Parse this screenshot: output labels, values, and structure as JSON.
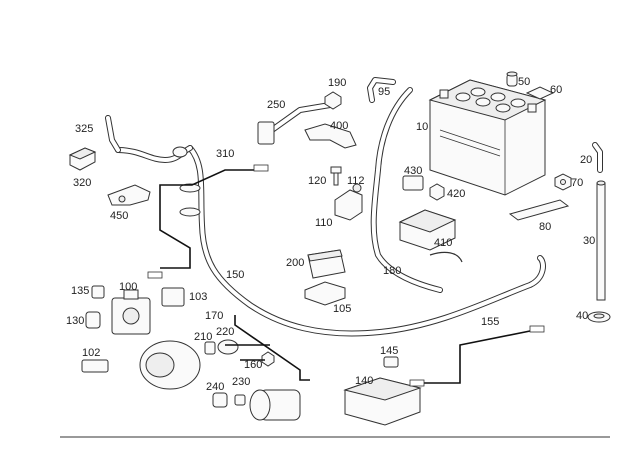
{
  "callouts": [
    {
      "id": "p10",
      "text": "10"
    },
    {
      "id": "p20",
      "text": "20"
    },
    {
      "id": "p30",
      "text": "30"
    },
    {
      "id": "p40",
      "text": "40"
    },
    {
      "id": "p50",
      "text": "50"
    },
    {
      "id": "p60",
      "text": "60"
    },
    {
      "id": "p70",
      "text": "70"
    },
    {
      "id": "p80",
      "text": "80"
    },
    {
      "id": "p95",
      "text": "95"
    },
    {
      "id": "p100",
      "text": "100"
    },
    {
      "id": "p102",
      "text": "102"
    },
    {
      "id": "p103",
      "text": "103"
    },
    {
      "id": "p105",
      "text": "105"
    },
    {
      "id": "p110",
      "text": "110"
    },
    {
      "id": "p112",
      "text": "112"
    },
    {
      "id": "p120",
      "text": "120"
    },
    {
      "id": "p130",
      "text": "130"
    },
    {
      "id": "p135",
      "text": "135"
    },
    {
      "id": "p140",
      "text": "140"
    },
    {
      "id": "p145",
      "text": "145"
    },
    {
      "id": "p150",
      "text": "150"
    },
    {
      "id": "p155",
      "text": "155"
    },
    {
      "id": "p160",
      "text": "160"
    },
    {
      "id": "p170",
      "text": "170"
    },
    {
      "id": "p180",
      "text": "180"
    },
    {
      "id": "p190",
      "text": "190"
    },
    {
      "id": "p200",
      "text": "200"
    },
    {
      "id": "p210",
      "text": "210"
    },
    {
      "id": "p220",
      "text": "220"
    },
    {
      "id": "p230",
      "text": "230"
    },
    {
      "id": "p240",
      "text": "240"
    },
    {
      "id": "p250",
      "text": "250"
    },
    {
      "id": "p310",
      "text": "310"
    },
    {
      "id": "p320",
      "text": "320"
    },
    {
      "id": "p325",
      "text": "325"
    },
    {
      "id": "p400",
      "text": "400"
    },
    {
      "id": "p410",
      "text": "410"
    },
    {
      "id": "p420",
      "text": "420"
    },
    {
      "id": "p430",
      "text": "430"
    },
    {
      "id": "p450",
      "text": "450"
    }
  ]
}
